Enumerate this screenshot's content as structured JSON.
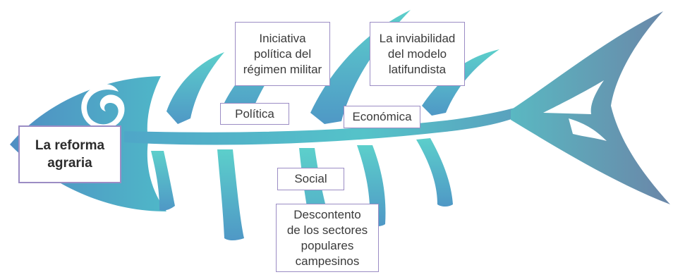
{
  "diagram": {
    "colors": {
      "fish_teal": "#55c7c9",
      "fish_blue": "#4f8ec3",
      "fish_steel": "#6a8fb0",
      "box_border": "#9b8cc4",
      "text": "#3a3a3a"
    },
    "effect": {
      "label": "La reforma\nagraria"
    },
    "categories": [
      {
        "label": "Política",
        "cause": "Iniciativa\npolítica del\nrégimen militar"
      },
      {
        "label": "Económica",
        "cause": "La inviabilidad\ndel modelo\nlatifundista"
      },
      {
        "label": "Social",
        "cause": "Descontento\nde los sectores\npopulares\ncampesinos"
      }
    ]
  }
}
